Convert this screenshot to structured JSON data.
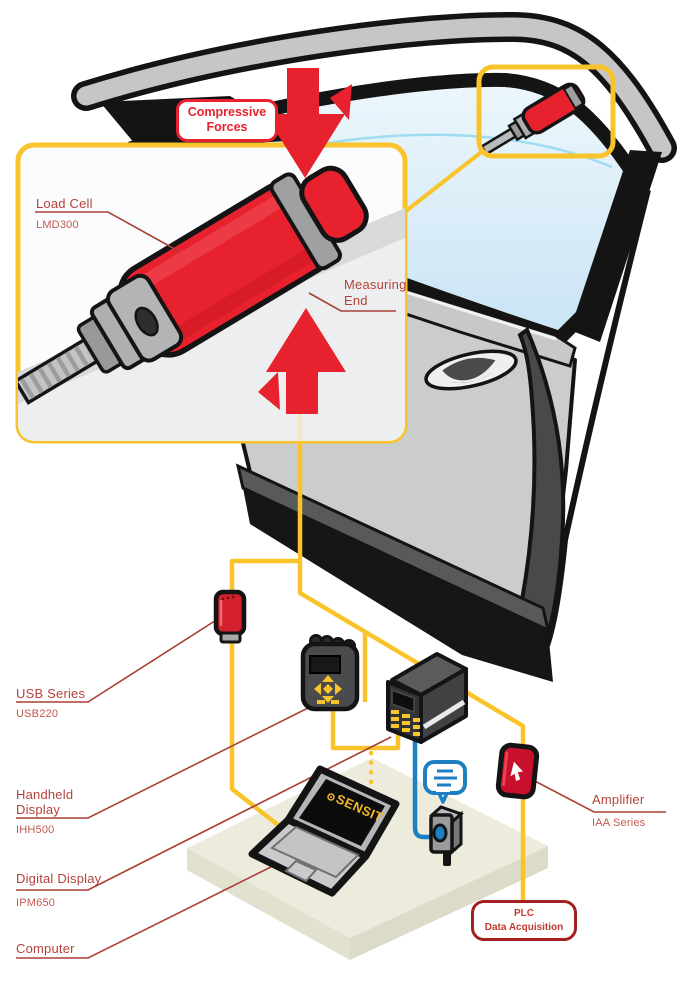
{
  "callout": {
    "line1": "Compressive",
    "line2": "Forces"
  },
  "inset": {
    "load_cell_title": "Load Cell",
    "load_cell_model": "LMD300",
    "measuring_end_line1": "Measuring",
    "measuring_end_line2": "End"
  },
  "devices": {
    "usb": {
      "title": "USB Series",
      "model": "USB220"
    },
    "handheld": {
      "title_line1": "Handheld",
      "title_line2": "Display",
      "model": "IHH500"
    },
    "digital": {
      "title": "Digital Display",
      "model": "IPM650"
    },
    "computer": {
      "title": "Computer"
    },
    "amplifier": {
      "title": "Amplifier",
      "model": "IAA Series"
    },
    "plc": {
      "line1": "PLC",
      "line2": "Data Acquisition"
    }
  },
  "laptop": {
    "logo": "SENSIT"
  },
  "colors": {
    "accent_yellow": "#F9C42B",
    "brand_red": "#E8212E",
    "label_red": "#B5423A",
    "wire_blue": "#1E7FC2",
    "dark_red_border": "#A32020"
  }
}
